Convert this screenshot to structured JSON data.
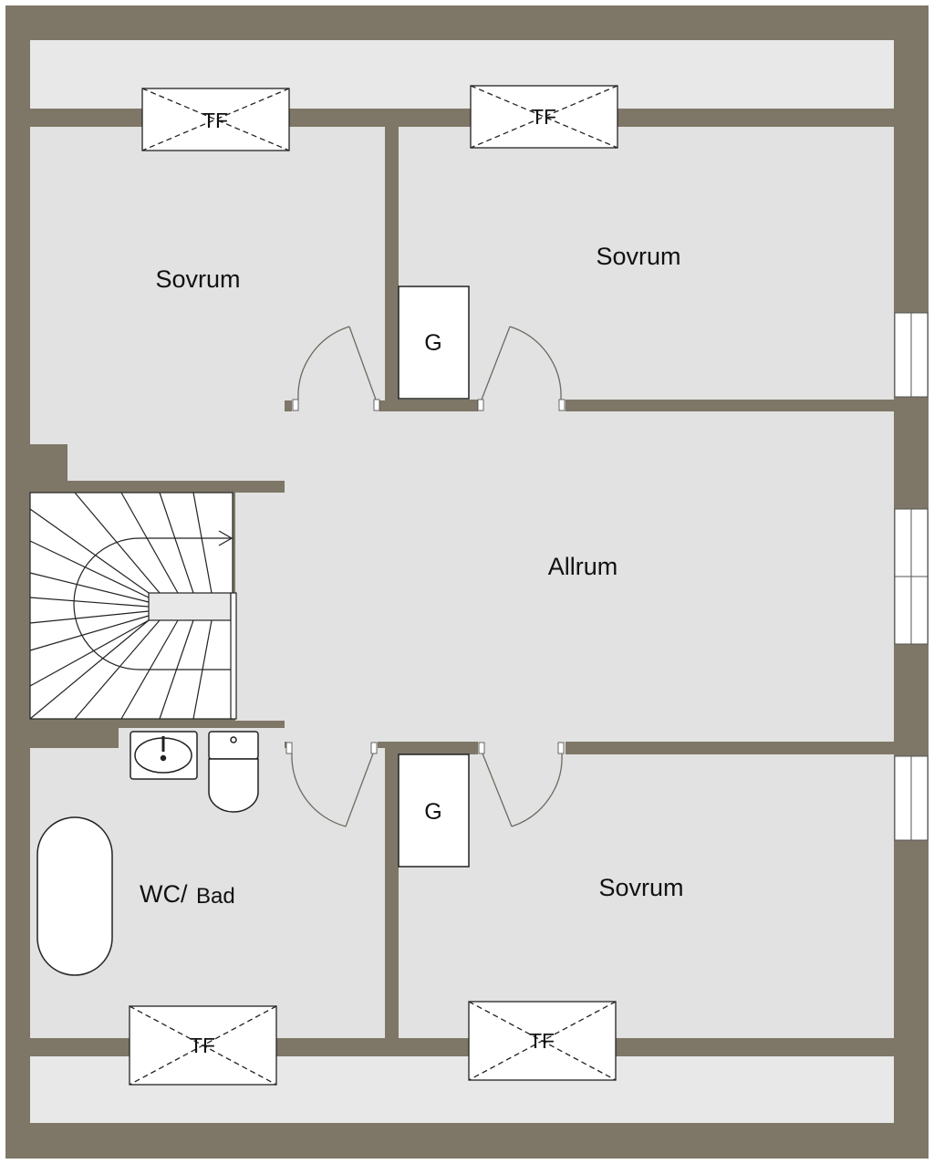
{
  "rooms": {
    "bedroom_top_left": "Sovrum",
    "bedroom_top_right": "Sovrum",
    "living": "Allrum",
    "bath_wc": "WC/",
    "bath_bad": "Bad",
    "bedroom_bottom_right": "Sovrum"
  },
  "closets": {
    "top": "G",
    "bottom": "G"
  },
  "skylights": {
    "top_left": "TF",
    "top_right": "TF",
    "bottom_left": "TF",
    "bottom_right": "TF"
  },
  "colors": {
    "wall": "#7e7767",
    "floor": "#e2e2e2",
    "outer_floor": "#e8e8e8",
    "fixture": "#ffffff",
    "line": "#222222"
  }
}
